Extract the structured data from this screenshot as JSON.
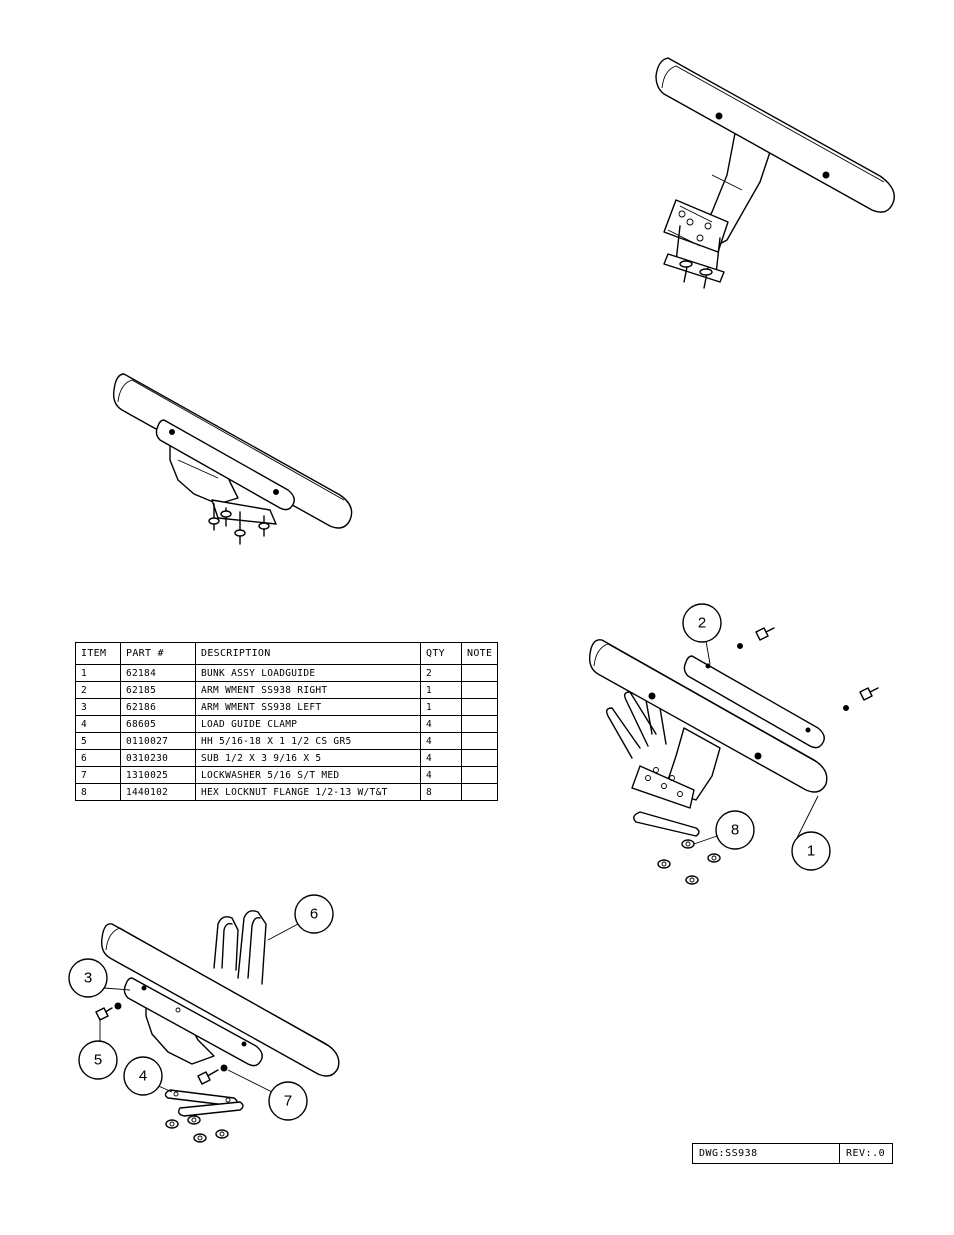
{
  "parts_table": {
    "headers": [
      "ITEM",
      "PART #",
      "DESCRIPTION",
      "QTY",
      "NOTE"
    ],
    "rows": [
      {
        "item": "1",
        "part": "62184",
        "description": "BUNK ASSY   LOADGUIDE",
        "qty": "2",
        "note": ""
      },
      {
        "item": "2",
        "part": "62185",
        "description": "ARM WMENT SS938 RIGHT",
        "qty": "1",
        "note": ""
      },
      {
        "item": "3",
        "part": "62186",
        "description": "ARM WMENT SS938 LEFT",
        "qty": "1",
        "note": ""
      },
      {
        "item": "4",
        "part": "68605",
        "description": "LOAD GUIDE CLAMP",
        "qty": "4",
        "note": ""
      },
      {
        "item": "5",
        "part": "0110027",
        "description": "HH 5/16-18 X 1 1/2 CS GR5",
        "qty": "4",
        "note": ""
      },
      {
        "item": "6",
        "part": "0310230",
        "description": "SUB 1/2 X 3 9/16 X 5",
        "qty": "4",
        "note": ""
      },
      {
        "item": "7",
        "part": "1310025",
        "description": "LOCKWASHER 5/16 S/T MED",
        "qty": "4",
        "note": ""
      },
      {
        "item": "8",
        "part": "1440102",
        "description": "HEX LOCKNUT FLANGE 1/2-13 W/T&T",
        "qty": "8",
        "note": ""
      }
    ]
  },
  "balloons": {
    "b1": "1",
    "b2": "2",
    "b3": "3",
    "b4": "4",
    "b5": "5",
    "b6": "6",
    "b7": "7",
    "b8": "8"
  },
  "title_block": {
    "drawing": "DWG:SS938",
    "revision": "REV:.0"
  }
}
